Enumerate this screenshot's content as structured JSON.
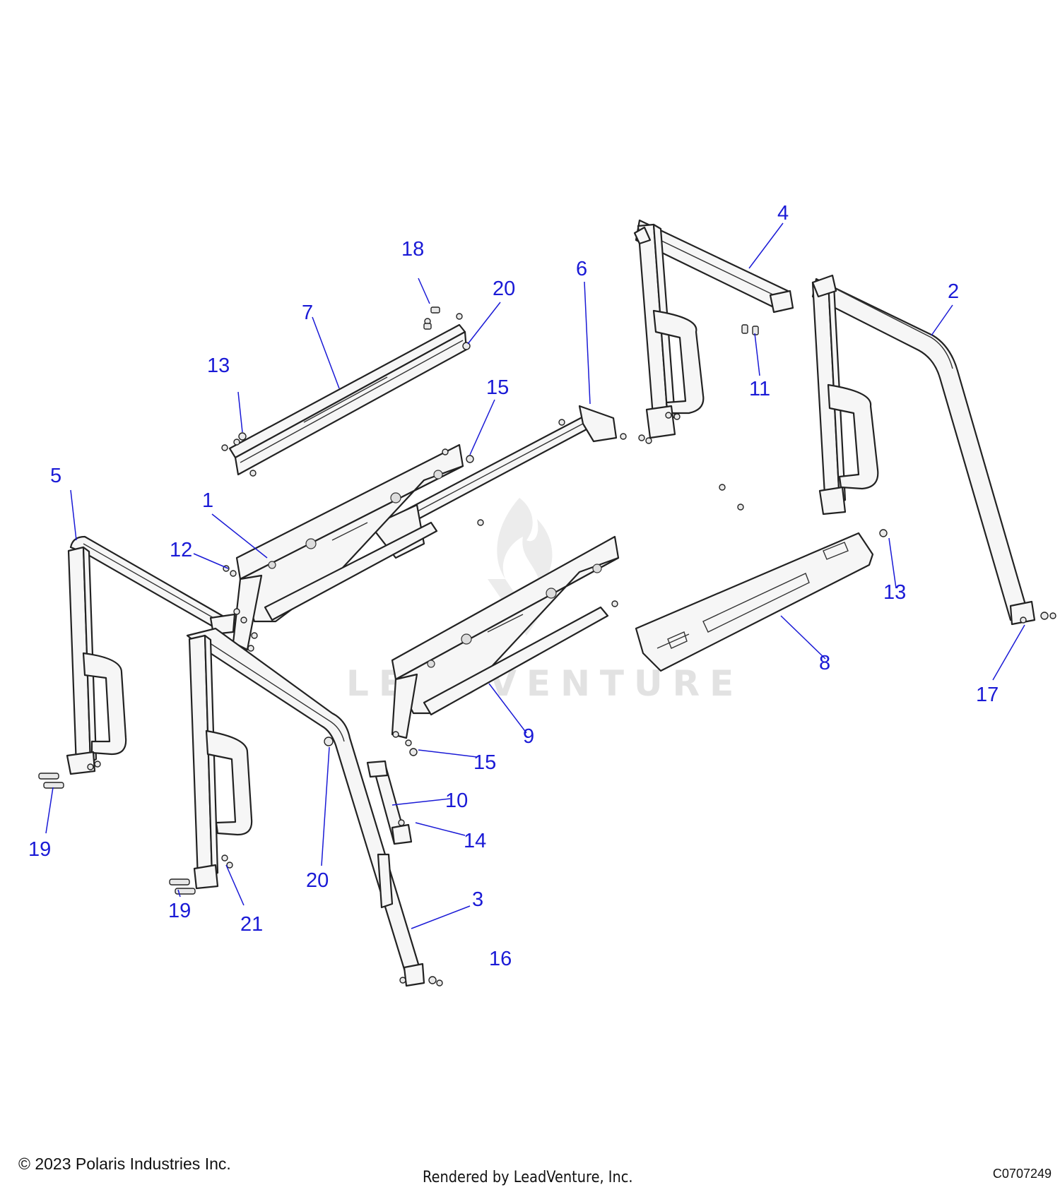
{
  "diagram": {
    "callouts": [
      "1",
      "2",
      "3",
      "4",
      "5",
      "6",
      "7",
      "8",
      "9",
      "10",
      "11",
      "12",
      "13",
      "13",
      "14",
      "15",
      "15",
      "16",
      "17",
      "18",
      "19",
      "19",
      "20",
      "20",
      "21"
    ],
    "watermark": "LEADVENTURE"
  },
  "footer": {
    "copyright": "© 2023 Polaris Industries Inc.",
    "rendered_by": "Rendered by LeadVenture, Inc.",
    "diagram_code": "C0707249"
  }
}
